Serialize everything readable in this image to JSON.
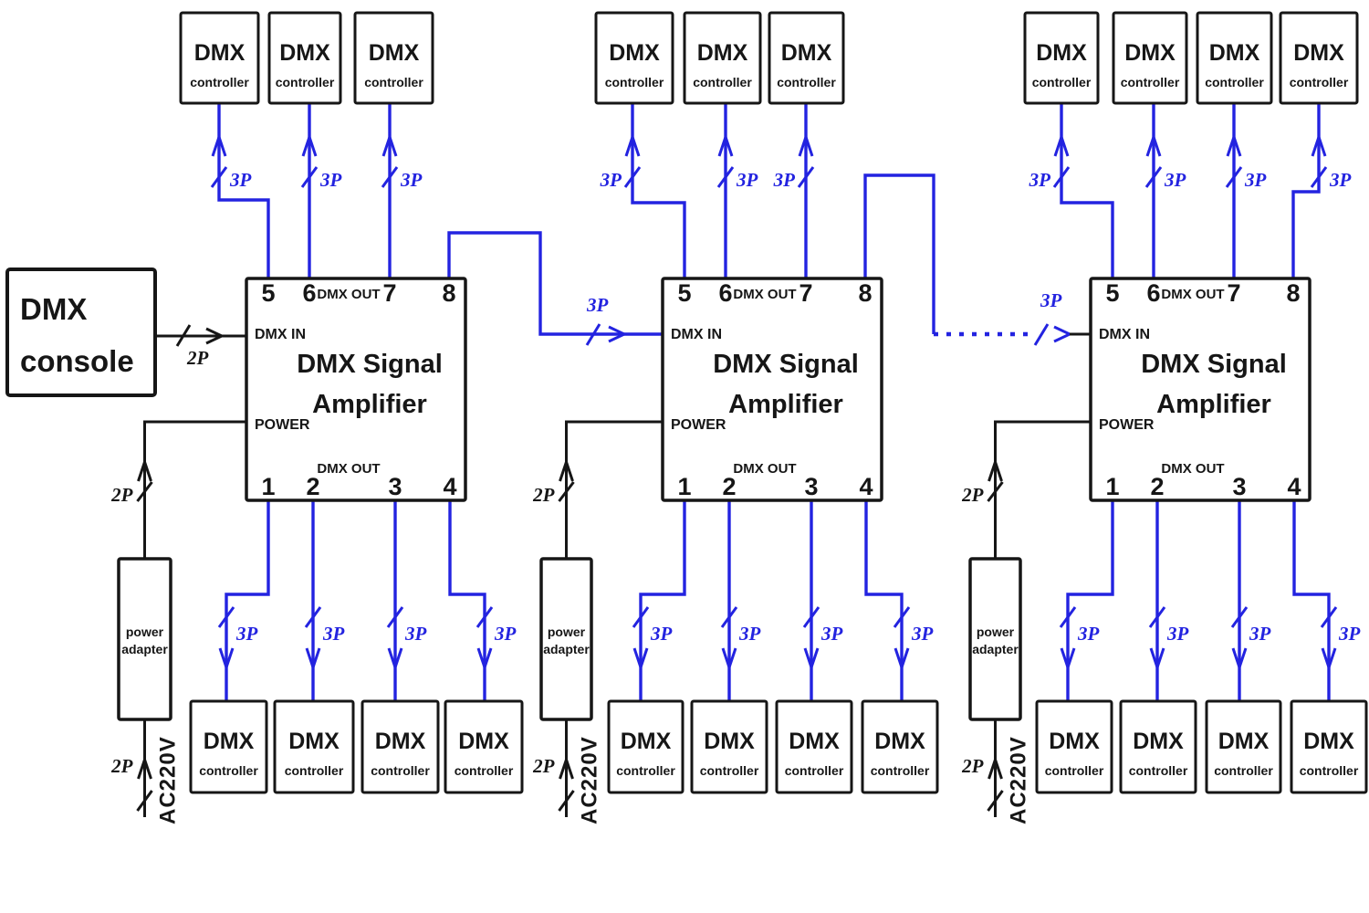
{
  "console": {
    "line1": "DMX",
    "line2": "console"
  },
  "links": {
    "console_to_amp1": "2P",
    "amp1_to_amp2": "3P",
    "amp2_to_amp3": "3P"
  },
  "colors": {
    "wire_blue": "#2323e0",
    "wire_black": "#161616",
    "box_fill": "#ffffff"
  },
  "amplifiers": [
    {
      "name_line1": "DMX Signal",
      "name_line2": "Amplifier",
      "dmx_in_label": "DMX IN",
      "power_label": "POWER",
      "dmx_out_top_label": "DMX OUT",
      "dmx_out_bottom_label": "DMX OUT",
      "top_ports": [
        "5",
        "6",
        "7",
        "8"
      ],
      "bottom_ports": [
        "1",
        "2",
        "3",
        "4"
      ],
      "top_branch_labels": [
        "3P",
        "3P",
        "3P"
      ],
      "bottom_branch_labels": [
        "3P",
        "3P",
        "3P",
        "3P"
      ],
      "top_controllers": [
        {
          "line1": "DMX",
          "line2": "controller"
        },
        {
          "line1": "DMX",
          "line2": "controller"
        },
        {
          "line1": "DMX",
          "line2": "controller"
        }
      ],
      "bottom_controllers": [
        {
          "line1": "DMX",
          "line2": "controller"
        },
        {
          "line1": "DMX",
          "line2": "controller"
        },
        {
          "line1": "DMX",
          "line2": "controller"
        },
        {
          "line1": "DMX",
          "line2": "controller"
        }
      ],
      "power_adapter": {
        "line1": "power",
        "line2": "adapter",
        "wire_label": "2P",
        "ac_wire_label": "2P",
        "ac_voltage_label": "AC220V"
      }
    },
    {
      "name_line1": "DMX Signal",
      "name_line2": "Amplifier",
      "dmx_in_label": "DMX IN",
      "power_label": "POWER",
      "dmx_out_top_label": "DMX OUT",
      "dmx_out_bottom_label": "DMX OUT",
      "top_ports": [
        "5",
        "6",
        "7",
        "8"
      ],
      "bottom_ports": [
        "1",
        "2",
        "3",
        "4"
      ],
      "top_branch_labels": [
        "3P",
        "3P",
        "3P"
      ],
      "bottom_branch_labels": [
        "3P",
        "3P",
        "3P",
        "3P"
      ],
      "top_controllers": [
        {
          "line1": "DMX",
          "line2": "controller"
        },
        {
          "line1": "DMX",
          "line2": "controller"
        },
        {
          "line1": "DMX",
          "line2": "controller"
        }
      ],
      "bottom_controllers": [
        {
          "line1": "DMX",
          "line2": "controller"
        },
        {
          "line1": "DMX",
          "line2": "controller"
        },
        {
          "line1": "DMX",
          "line2": "controller"
        },
        {
          "line1": "DMX",
          "line2": "controller"
        }
      ],
      "power_adapter": {
        "line1": "power",
        "line2": "adapter",
        "wire_label": "2P",
        "ac_wire_label": "2P",
        "ac_voltage_label": "AC220V"
      }
    },
    {
      "name_line1": "DMX Signal",
      "name_line2": "Amplifier",
      "dmx_in_label": "DMX IN",
      "power_label": "POWER",
      "dmx_out_top_label": "DMX OUT",
      "dmx_out_bottom_label": "DMX OUT",
      "top_ports": [
        "5",
        "6",
        "7",
        "8"
      ],
      "bottom_ports": [
        "1",
        "2",
        "3",
        "4"
      ],
      "top_branch_labels": [
        "3P",
        "3P",
        "3P",
        "3P"
      ],
      "bottom_branch_labels": [
        "3P",
        "3P",
        "3P",
        "3P"
      ],
      "top_controllers": [
        {
          "line1": "DMX",
          "line2": "controller"
        },
        {
          "line1": "DMX",
          "line2": "controller"
        },
        {
          "line1": "DMX",
          "line2": "controller"
        },
        {
          "line1": "DMX",
          "line2": "controller"
        }
      ],
      "bottom_controllers": [
        {
          "line1": "DMX",
          "line2": "controller"
        },
        {
          "line1": "DMX",
          "line2": "controller"
        },
        {
          "line1": "DMX",
          "line2": "controller"
        },
        {
          "line1": "DMX",
          "line2": "controller"
        }
      ],
      "power_adapter": {
        "line1": "power",
        "line2": "adapter",
        "wire_label": "2P",
        "ac_wire_label": "2P",
        "ac_voltage_label": "AC220V"
      }
    }
  ]
}
